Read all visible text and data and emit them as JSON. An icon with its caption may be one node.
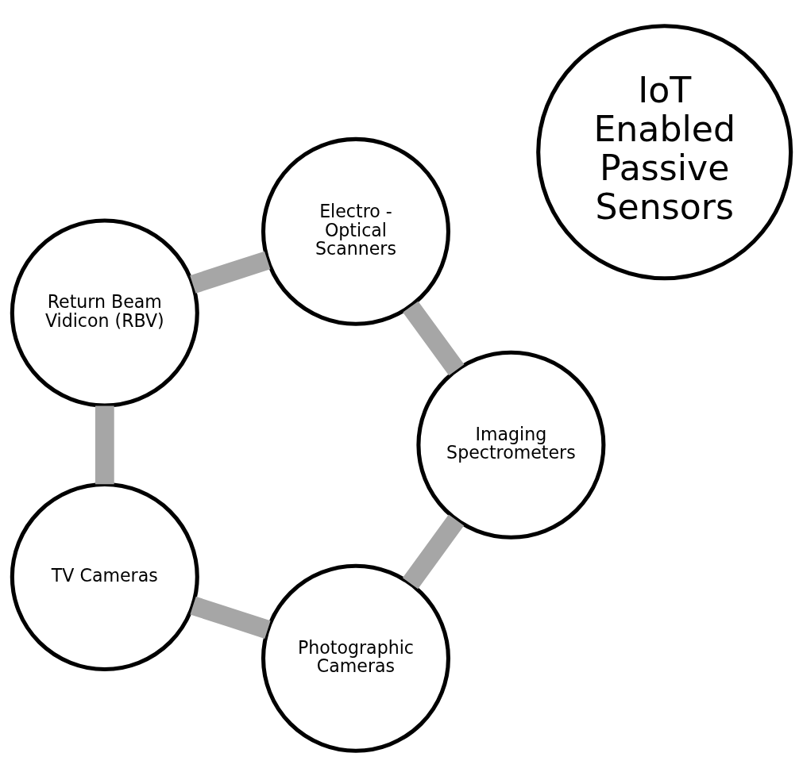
{
  "diagram": {
    "nodes": [
      {
        "text": [
          "Photographic Cameras"
        ]
      },
      {
        "text": [
          "Imaging Spectrometers"
        ]
      },
      {
        "text": [
          "TV Cameras"
        ]
      },
      {
        "text": [
          "IoT Enabled Passive Sensors"
        ]
      },
      {
        "text": [
          "Electro - Optical Scanners"
        ]
      },
      {
        "text": [
          "Return Beam Vidicon (RBV)"
        ]
      }
    ],
    "edges": [
      {
        "from": 0,
        "to": 2,
        "arrow": "none"
      },
      {
        "from": 2,
        "to": 5,
        "arrow": "none"
      },
      {
        "from": 5,
        "to": 4,
        "arrow": "none"
      },
      {
        "from": 4,
        "to": 1,
        "arrow": "none"
      },
      {
        "from": 1,
        "to": 0,
        "arrow": "none"
      }
    ]
  }
}
